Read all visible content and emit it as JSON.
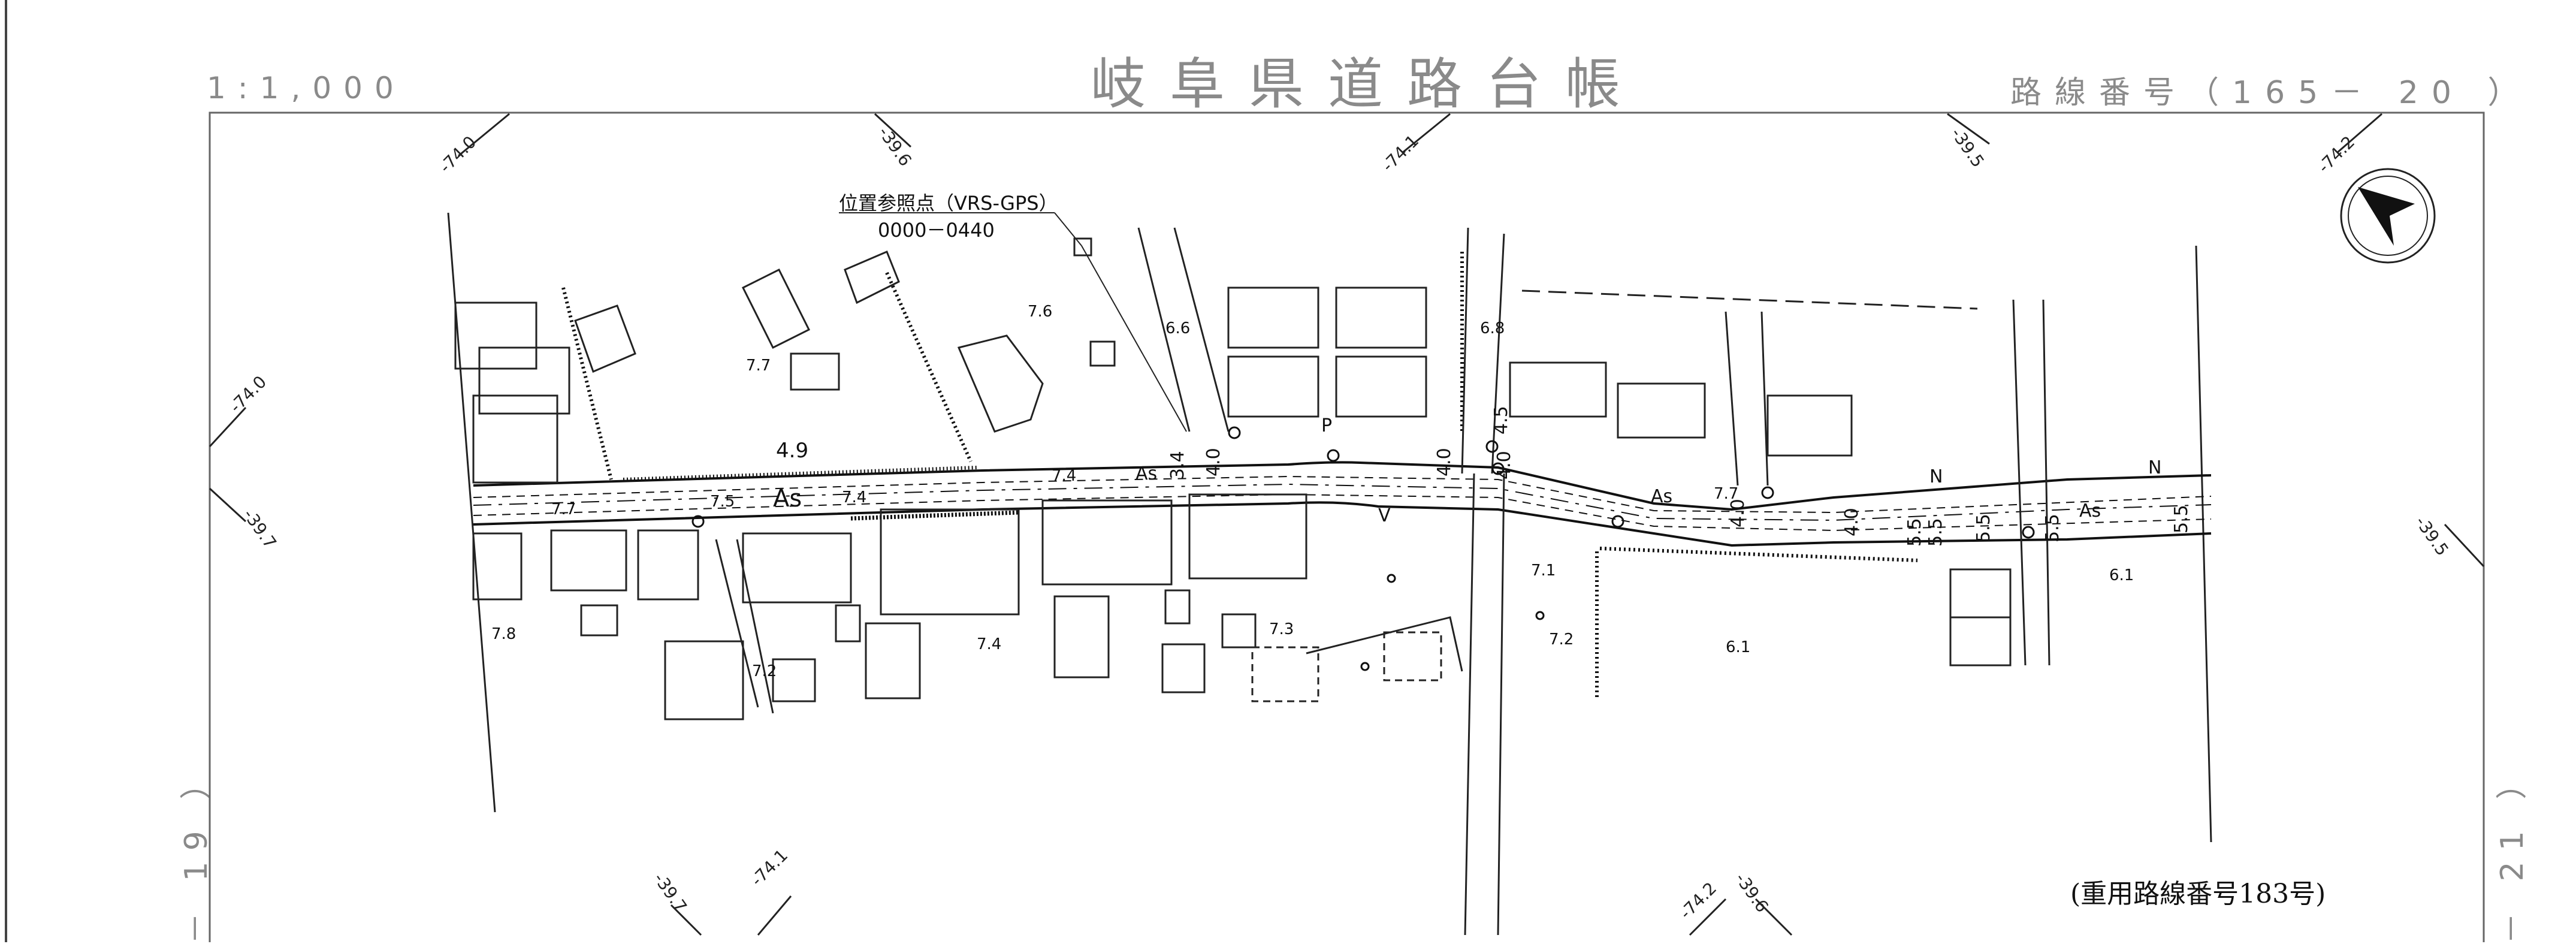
{
  "header": {
    "scale": "1:1,000",
    "title": "岐阜県道路台帳",
    "route_number": "路線番号（165－ 20 ）"
  },
  "margins": {
    "left_sheet_ref": "－ 19 ）",
    "right_sheet_ref": "－ 21 ）"
  },
  "footer_note": "(重用路線番号183号)",
  "reference_point": {
    "label": "位置参照点（VRS-GPS）",
    "code": "0000－0440"
  },
  "grid_coordinates": {
    "top": [
      "-74.0",
      "-39.6",
      "-74.1",
      "-39.5",
      "-74.2"
    ],
    "left": [
      "-74.0",
      "-39.7"
    ],
    "right": [
      "-39.5"
    ],
    "bottom": [
      "-39.7",
      "-74.1",
      "-74.2",
      "-39.6"
    ]
  },
  "elevations": [
    "7.7",
    "7.6",
    "6.6",
    "6.8",
    "4.9",
    "7.5",
    "7.4",
    "7.4",
    "7.7",
    "7.8",
    "7.2",
    "7.4",
    "7.3",
    "7.1",
    "7.2",
    "6.1",
    "7.7",
    "6.1"
  ],
  "road_labels": {
    "surface": "As",
    "widths": [
      "3.4",
      "4.0",
      "4.0",
      "4.0",
      "4.0",
      "4.0",
      "5.5",
      "5.5",
      "5.5",
      "5.5",
      "5.5",
      "4.5"
    ],
    "misc": [
      "P",
      "N",
      "N",
      "V"
    ]
  },
  "north_arrow_icon": "north-arrow-icon"
}
